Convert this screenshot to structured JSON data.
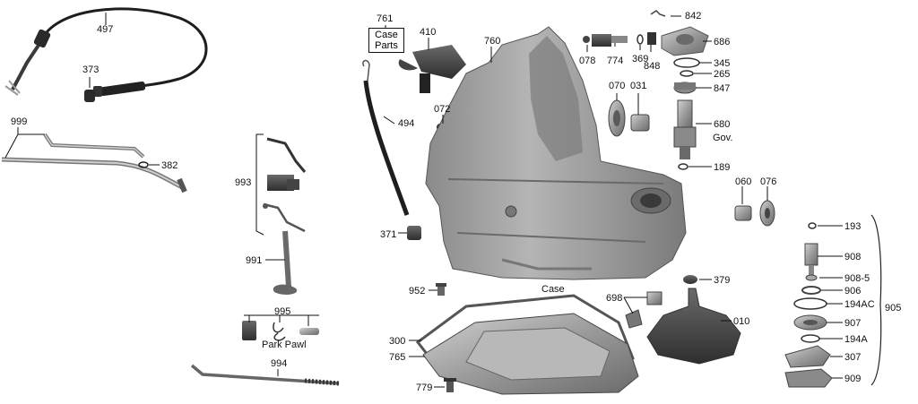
{
  "diagram": {
    "case_parts": [
      "Case",
      "Parts"
    ],
    "labels": {
      "p497": "497",
      "p373": "373",
      "p999": "999",
      "p382": "382",
      "p993": "993",
      "p991": "991",
      "p995": "995",
      "park_pawl": "Park Pawl",
      "p994": "994",
      "p761": "761",
      "p410": "410",
      "p760": "760",
      "p494": "494",
      "p072": "072",
      "p371": "371",
      "p078": "078",
      "p774": "774",
      "p369": "369",
      "p848": "848",
      "p842": "842",
      "p686": "686",
      "p345": "345",
      "p265": "265",
      "p847": "847",
      "p070": "070",
      "p031": "031",
      "p680": "680",
      "gov": "Gov.",
      "p189": "189",
      "p060": "060",
      "p076": "076",
      "p193": "193",
      "p908": "908",
      "p908_5": "908-5",
      "p906": "906",
      "p194ac": "194AC",
      "p907": "907",
      "p194a": "194A",
      "p307": "307",
      "p909": "909",
      "p905": "905",
      "p952": "952",
      "case": "Case",
      "p698": "698",
      "p379": "379",
      "p010": "010",
      "p300": "300",
      "p765": "765",
      "p779": "779"
    },
    "colors": {
      "metal": "#9a9a9a",
      "metal_dark": "#5a5a5a",
      "metal_light": "#c8c8c8",
      "black": "#222222",
      "line": "#111111"
    }
  }
}
